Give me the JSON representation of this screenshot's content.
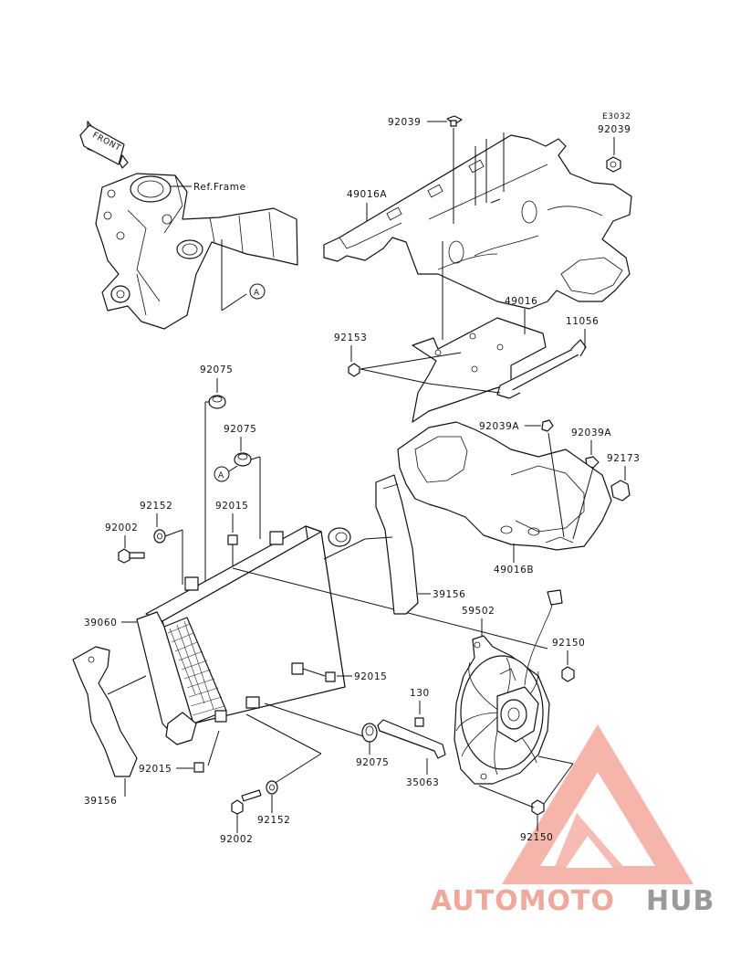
{
  "diagram_code": "E3032",
  "front_arrow_label": "FRONT",
  "ref_frame_label": "Ref.Frame",
  "circle_marker_label": "A",
  "part_labels": {
    "p92039_top": "92039",
    "p92039_right": "92039",
    "p49016A": "49016A",
    "p49016": "49016",
    "p11056": "11056",
    "p92153": "92153",
    "p92075_a": "92075",
    "p92075_b": "92075",
    "p92039A_left": "92039A",
    "p92039A_right": "92039A",
    "p92173": "92173",
    "p92152_a": "92152",
    "p92015_a": "92015",
    "p92002_a": "92002",
    "p49016B": "49016B",
    "p39156_right": "39156",
    "p39060": "39060",
    "p59502": "59502",
    "p92150_a": "92150",
    "p92015_b": "92015",
    "p130": "130",
    "p92015_c": "92015",
    "p92075_c": "92075",
    "p35063": "35063",
    "p39156_left": "39156",
    "p92152_b": "92152",
    "p92002_b": "92002",
    "p92150_b": "92150"
  },
  "watermark": {
    "part1": "AUTOMOTO",
    "part2": "HUB",
    "color1": "#f3a79b",
    "color2": "#9a9a9a"
  }
}
